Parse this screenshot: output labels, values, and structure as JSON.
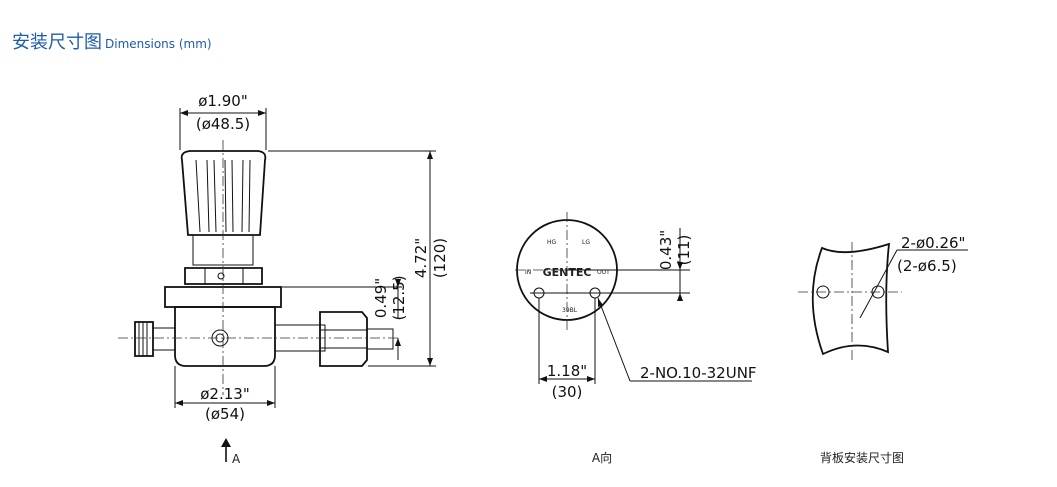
{
  "heading": {
    "title_cn": "安装尺寸图",
    "title_en": "Dimensions (mm)"
  },
  "front_view": {
    "top_diameter_in": "ø1.90\"",
    "top_diameter_mm": "(ø48.5)",
    "height_in": "4.72\"",
    "height_mm": "(120)",
    "offset_in": "0.49\"",
    "offset_mm": "(12.5)",
    "bottom_diameter_in": "ø2.13\"",
    "bottom_diameter_mm": "(ø54)",
    "view_marker": "A"
  },
  "a_view": {
    "brand": "GENTEC",
    "label_hg": "HG",
    "label_lg": "LG",
    "label_in": "IN",
    "label_out": "OUT",
    "label_bottom": "39BL",
    "vertical_in": "0.43\"",
    "vertical_mm": "(11)",
    "spacing_in": "1.18\"",
    "spacing_mm": "(30)",
    "thread_callout": "2-NO.10-32UNF",
    "caption": "A向"
  },
  "panel_view": {
    "hole_in": "2-ø0.26\"",
    "hole_mm": "(2-ø6.5)",
    "caption": "背板安装尺寸图"
  }
}
